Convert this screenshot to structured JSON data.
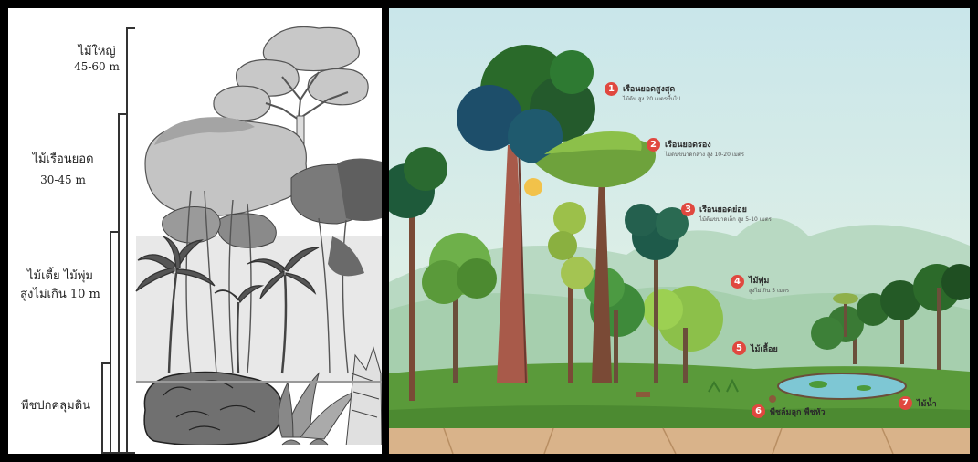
{
  "left_panel": {
    "layers": [
      {
        "name": "ไม้ใหญ่",
        "height": "45-60 m"
      },
      {
        "name": "ไม้เรือนยอด",
        "height": "30-45 m"
      },
      {
        "name": "ไม้เตี้ย ไม้พุ่ม",
        "height": "สูงไม่เกิน 10 m"
      },
      {
        "name": "พืชปกคลุมดิน",
        "height": ""
      }
    ]
  },
  "right_panel": {
    "labels": [
      {
        "num": "1",
        "title": "เรือนยอดสูงสุด",
        "desc": "ไม้ต้น สูง 20 เมตรขึ้นไป"
      },
      {
        "num": "2",
        "title": "เรือนยอดรอง",
        "desc": "ไม้ต้นขนาดกลาง สูง 10-20 เมตร"
      },
      {
        "num": "3",
        "title": "เรือนยอดย่อย",
        "desc": "ไม้ต้นขนาดเล็ก สูง 5-10 เมตร"
      },
      {
        "num": "4",
        "title": "ไม้พุ่ม",
        "desc": "สูงไม่เกิน 5 เมตร"
      },
      {
        "num": "5",
        "title": "ไม้เลื้อย",
        "desc": ""
      },
      {
        "num": "6",
        "title": "พืชล้มลุก พืชหัว",
        "desc": ""
      },
      {
        "num": "7",
        "title": "ไม้น้ำ",
        "desc": ""
      }
    ]
  },
  "colors": {
    "marker": "#e0483f",
    "sky": "#cfe9ea",
    "grass": "#5a9a3a",
    "soil": "#d9b38a"
  }
}
